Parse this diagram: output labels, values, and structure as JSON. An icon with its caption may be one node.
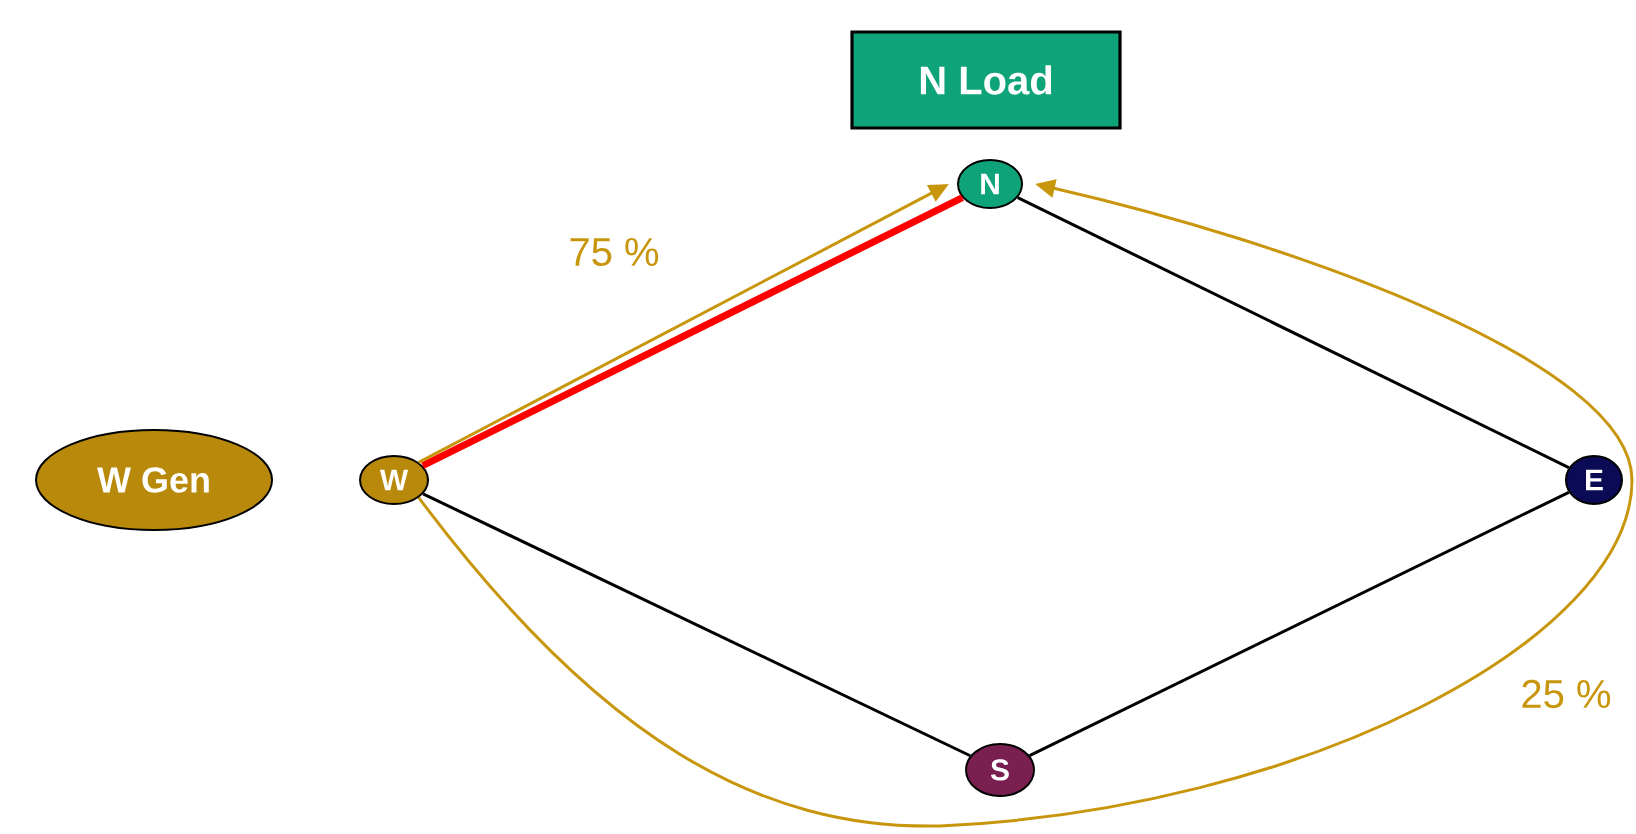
{
  "diagram": {
    "nodes": [
      {
        "text": [
          "N Load"
        ]
      },
      {
        "text": [
          "W Gen"
        ]
      },
      {
        "text": [
          "N"
        ]
      },
      {
        "text": [
          "W"
        ]
      },
      {
        "text": [
          "E"
        ]
      },
      {
        "text": [
          "S"
        ]
      }
    ],
    "edges": [
      {
        "from": 3,
        "to": 2,
        "arrow": "none",
        "style": "thick",
        "color": "#ff0000"
      },
      {
        "from": 2,
        "to": 4,
        "arrow": "none"
      },
      {
        "from": 3,
        "to": 5,
        "arrow": "none"
      },
      {
        "from": 5,
        "to": 4,
        "arrow": "none"
      },
      {
        "from": 3,
        "to": 2,
        "arrow": "to",
        "color": "#c8960c",
        "label": "75 %"
      },
      {
        "from": 3,
        "to": 2,
        "arrow": "to",
        "color": "#c8960c",
        "label": "25 %"
      }
    ]
  }
}
